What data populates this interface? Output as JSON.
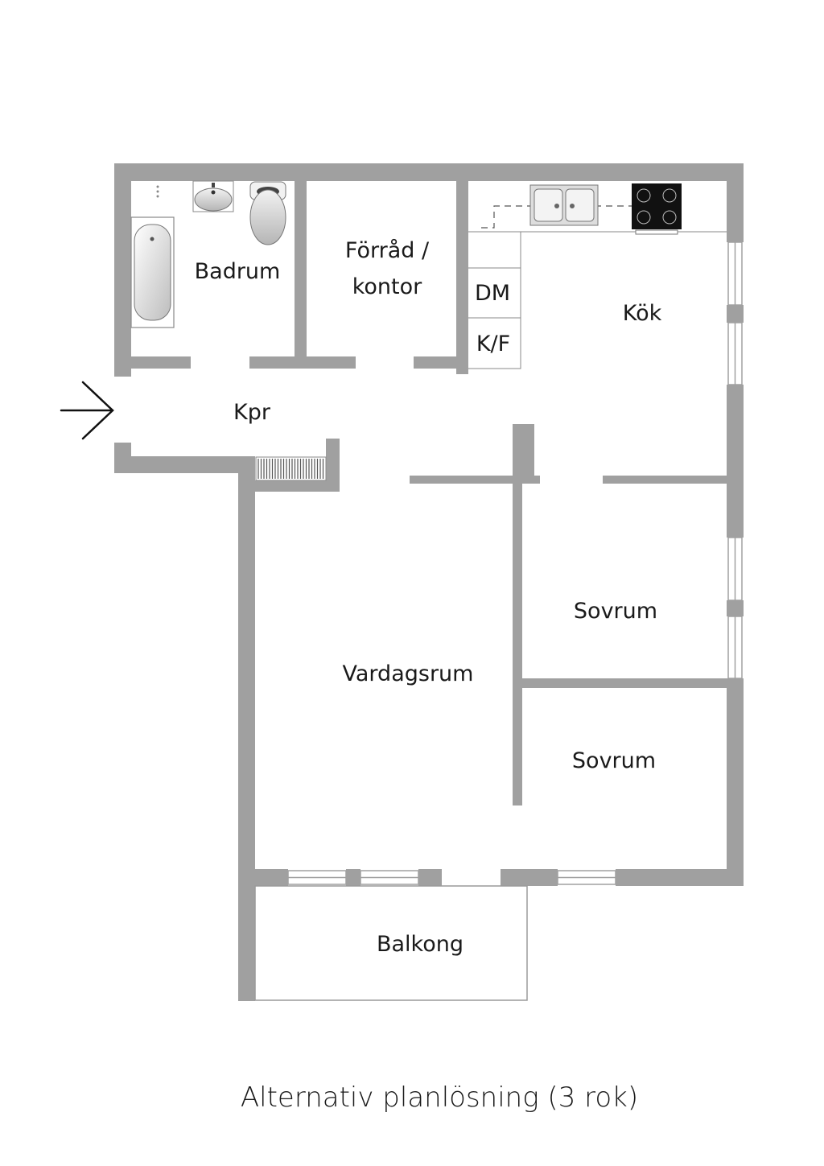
{
  "rooms": {
    "badrum": "Badrum",
    "forrad_line1": "Förråd /",
    "forrad_line2": "kontor",
    "dm": "DM",
    "kf": "K/F",
    "kok": "Kök",
    "kpr": "Kpr",
    "vardagsrum": "Vardagsrum",
    "sovrum_upper": "Sovrum",
    "sovrum_lower": "Sovrum",
    "balkong": "Balkong"
  },
  "caption": "Alternativ planlösning (3 rok)",
  "colors": {
    "wall": "#a0a0a0",
    "background": "#ffffff",
    "text": "#1a1a1a",
    "stove": "#111111"
  },
  "icons": [
    "entrance-arrow-icon",
    "bathtub-icon",
    "washbasin-icon",
    "toilet-icon",
    "sink-icon",
    "stove-icon",
    "stair-icon",
    "window-icon"
  ]
}
